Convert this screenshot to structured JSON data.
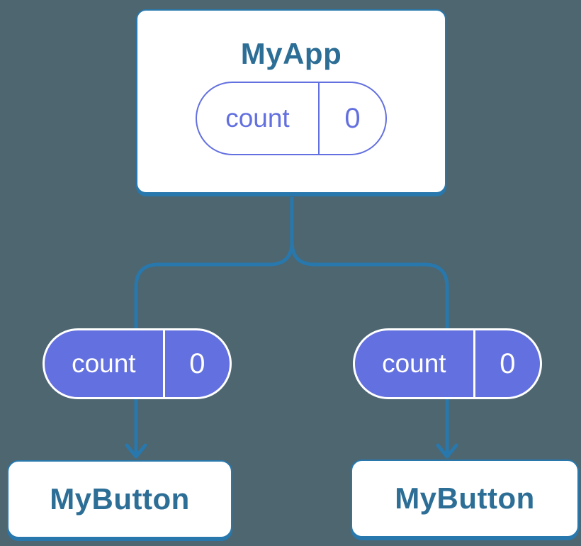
{
  "diagram": {
    "description": "React component tree showing state passed from parent to children",
    "colors": {
      "background": "#4D6670",
      "connector_stroke": "#2878AD",
      "card_border": "#2878AD",
      "card_background": "#ffffff",
      "title_text": "#2D6E96",
      "state_accent": "#6370DF",
      "state_text_on_solid": "#ffffff"
    },
    "parent": {
      "title": "MyApp",
      "state": {
        "label": "count",
        "value": "0"
      }
    },
    "children": [
      {
        "title": "MyButton",
        "state": {
          "label": "count",
          "value": "0"
        }
      },
      {
        "title": "MyButton",
        "state": {
          "label": "count",
          "value": "0"
        }
      }
    ]
  }
}
